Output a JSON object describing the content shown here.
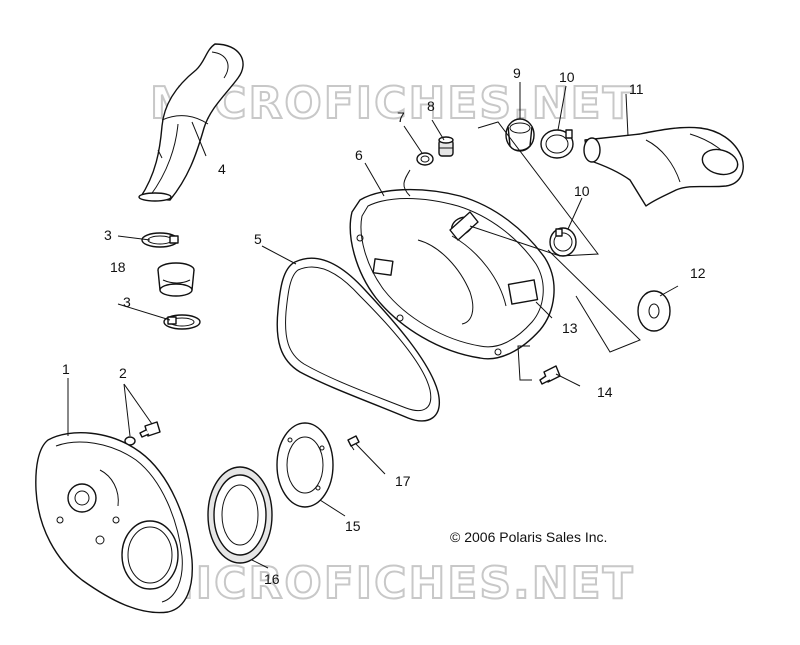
{
  "watermarks": [
    "MICROFICHES.NET",
    "MICROFICHES.NET"
  ],
  "copyright": "© 2006 Polaris Sales Inc.",
  "callouts": [
    "1",
    "2",
    "3",
    "3",
    "4",
    "5",
    "6",
    "7",
    "8",
    "9",
    "10",
    "10",
    "11",
    "12",
    "13",
    "14",
    "15",
    "16",
    "17",
    "18"
  ],
  "colors": {
    "line": "#111111",
    "watermark": "#c8c8c8",
    "background": "#ffffff"
  }
}
